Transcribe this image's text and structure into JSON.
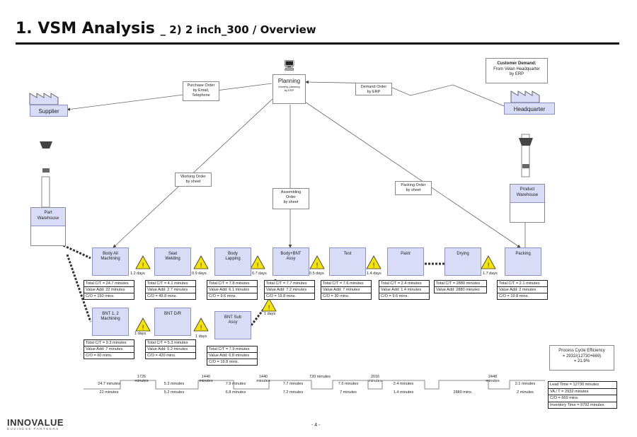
{
  "header": {
    "title": "1. VSM Analysis",
    "subtitle": "_ 2) 2 inch_300 / Overview"
  },
  "customer_demand": {
    "title": "Customer Demand:",
    "line1": "From Velan Headquarter",
    "line2": "by ERP"
  },
  "planning": {
    "title": "Planning",
    "sub1": "Monthly planning",
    "sub2": "by ERP"
  },
  "supplier": "Supplier",
  "headquarter": "Headquarter",
  "part_warehouse": {
    "l1": "Part",
    "l2": "Warehouse"
  },
  "product_warehouse": {
    "l1": "Product",
    "l2": "Warehouse"
  },
  "info_labels": {
    "purchase_order": {
      "l1": "Purchase Order",
      "l2": "by Email,",
      "l3": "Telephone"
    },
    "demand_order": {
      "l1": "Demand Order",
      "l2": "by ERP"
    },
    "working_order": {
      "l1": "Working Order",
      "l2": "by sheet"
    },
    "assembling_order": {
      "l1": "Assembling",
      "l2": "Order",
      "l3": "by sheet"
    },
    "packing_order": {
      "l1": "Packing Order",
      "l2": "by sheet"
    }
  },
  "processes": {
    "body_all": {
      "l1": "Body All",
      "l2": "Machining"
    },
    "seat": {
      "l1": "Seat",
      "l2": "Welding"
    },
    "lapping": {
      "l1": "Body",
      "l2": "Lapping"
    },
    "bonnet_assy": {
      "l1": "Body+BNT",
      "l2": "Assy"
    },
    "test": {
      "l1": "Test"
    },
    "paint": {
      "l1": "Paint"
    },
    "drying": {
      "l1": "Drying"
    },
    "packing": {
      "l1": "Packing"
    },
    "bnt12": {
      "l1": "BNT 1, 2",
      "l2": "Machining"
    },
    "bntdr": {
      "l1": "BNT D/R"
    },
    "bntsub": {
      "l1": "BNT Sub",
      "l2": "Assy"
    }
  },
  "data_boxes": {
    "body_all": [
      "Total C/T = 24.7 minutes",
      "Value Add: 22 minutes",
      "C/O = 150 mins."
    ],
    "seat": [
      "Total C/T = 4.1 minutes",
      "Value Add: 2.7 minutes",
      "C/O = 49.8 mins."
    ],
    "lapping": [
      "Total C/T = 7.8 minutes",
      "Value Add: 6.1 minutes",
      "C/O = 9.6 mins."
    ],
    "bonnet_assy": [
      "Total C/T = 7.7 minutes",
      "Value Add: 7.2 minutes",
      "C/O = 19.8 mins."
    ],
    "test": [
      "Total C/T = 7.6 minutes",
      "Value Add: 7 minutes",
      "C/O = 30 mins."
    ],
    "paint": [
      "Total C/T = 2.4 minutes",
      "Value Add: 1.4 minutes",
      "C/O = 9.6 mins."
    ],
    "drying": [
      "Total C/T = 2880 minutes",
      "Value Add: 2880 minutes"
    ],
    "packing": [
      "Total C/T = 2.1 minutes",
      "Value Add: 2 minutes",
      "C/O = 19.8 mins."
    ],
    "bnt12": [
      "Total C/T = 9.3 minutes",
      "Value Add: 7 minutes",
      "C/O = 60 mins."
    ],
    "bntdr": [
      "Total C/T = 5.3 minutes",
      "Value Add: 5.2 minutes",
      "C/O = 420 mins."
    ],
    "bntsub": [
      "Total C/T = 7.9 minutes",
      "Value Add: 6.8 minutes",
      "C/O = 19.8 mins."
    ]
  },
  "inventory_days": {
    "d1": "1.2 days",
    "d2": "0.9 days",
    "d3": "0.7 days",
    "d4": "0.5 days",
    "d5": "1.4 days",
    "d6": "1.7 days",
    "d7": "1 days",
    "d8": "1 days",
    "d9": "1 days"
  },
  "timeline": {
    "top": [
      "24.7 minutes",
      "1726 minutes",
      "5.3 minutes",
      "1440 minutes",
      "7.9 minutes",
      "1440 minutes",
      "7.7 minutes",
      "720 minutes",
      "7.6 minutes",
      "2016 minutes",
      "2.4 minutes",
      "2448 minutes",
      "2.1 minutes"
    ],
    "bottom": [
      "22 minutes",
      "5.2 minutes",
      "6.8 minutes",
      "7.2 minutes",
      "7 minutes",
      "1.4 minutes",
      "2880 mins.",
      "2 minutes"
    ]
  },
  "efficiency": {
    "l1": "Process Cycle Efficiency",
    "l2": "= 2932/(12730+669)",
    "l3": "= 21.9%"
  },
  "summary": [
    "Lead Time = 12730 minutes",
    "VA / T = 2932 minutes",
    "C/O = 669 mins.",
    "Inventory Time = 9792 minutes"
  ],
  "footer": {
    "logo": "INNOVALUE",
    "logo_sub": "BUSINESS PARTNERS",
    "page": "- 4 -"
  },
  "colors": {
    "process_fill": "#d9dcf7",
    "warning": "#f5e400"
  }
}
